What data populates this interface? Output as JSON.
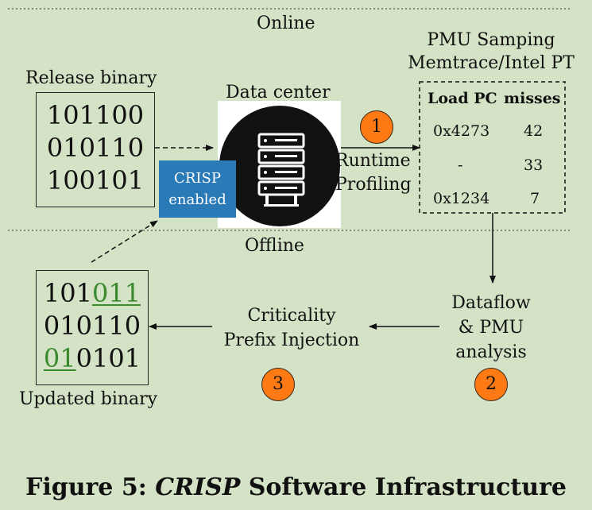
{
  "sections": {
    "online": "Online",
    "offline": "Offline"
  },
  "release": {
    "label": "Release binary",
    "lines": [
      "101100",
      "010110",
      "100101"
    ]
  },
  "datacenter": {
    "label": "Data center"
  },
  "crisp_badge": {
    "line1": "CRISP",
    "line2": "enabled"
  },
  "runtime": {
    "line1": "Runtime",
    "line2": "Profiling"
  },
  "pmu": {
    "title_line1": "PMU Samping",
    "title_line2": "Memtrace/Intel PT",
    "headers": [
      "Load PC",
      "misses"
    ],
    "rows": [
      [
        "0x4273",
        "42"
      ],
      [
        "-",
        "33"
      ],
      [
        "0x1234",
        "7"
      ]
    ]
  },
  "dataflow": {
    "line1": "Dataflow",
    "line2": "& PMU",
    "line3": "analysis"
  },
  "injection": {
    "line1": "Criticality",
    "line2": "Prefix Injection"
  },
  "updated": {
    "label": "Updated binary",
    "line1_plain": "101",
    "line1_mark": "011",
    "line2": "010110",
    "line3_mark": "01",
    "line3_plain": "0101"
  },
  "steps": [
    "1",
    "2",
    "3"
  ],
  "caption": {
    "prefix": "Figure 5: ",
    "name": "CRISP",
    "suffix": " Software Infrastructure"
  },
  "colors": {
    "background": "#d4e2c6",
    "step_circle": "#ff7a14",
    "crisp_badge": "#2a7ab8",
    "highlight_bits": "#3a8a2e"
  },
  "icons": {
    "datacenter": "server-rack-icon"
  }
}
